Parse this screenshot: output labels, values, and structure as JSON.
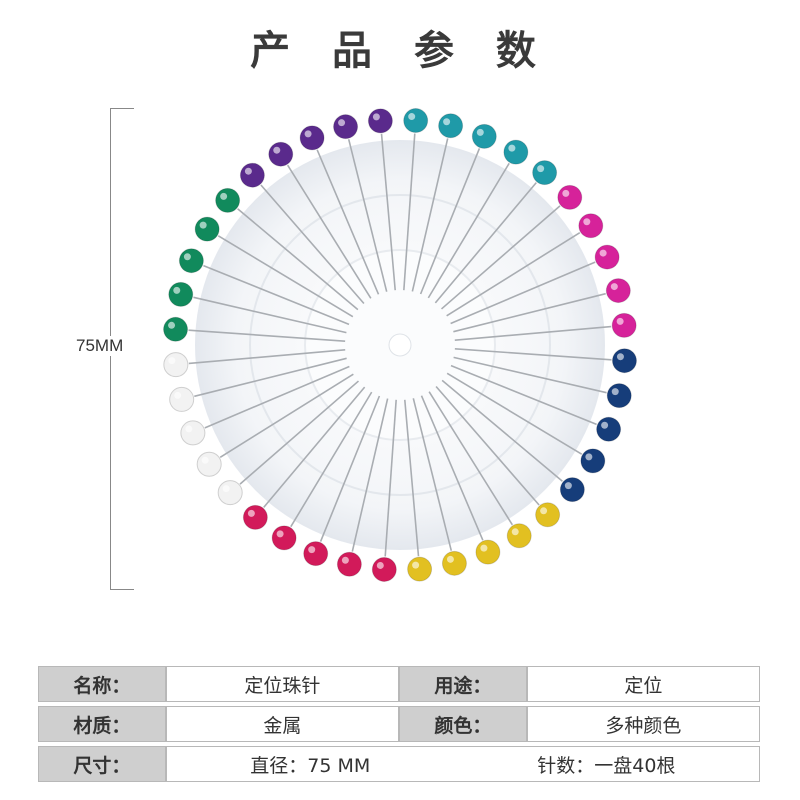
{
  "title": "产 品 参 数",
  "dimension": {
    "label": "75MM"
  },
  "product": {
    "image_description_icon": "pin-wheel-icon",
    "head_colors": [
      "#1f9aa8",
      "#1f9aa8",
      "#1f9aa8",
      "#1f9aa8",
      "#1f9aa8",
      "#d6229a",
      "#d6229a",
      "#d6229a",
      "#d6229a",
      "#d6229a",
      "#163d7a",
      "#163d7a",
      "#163d7a",
      "#163d7a",
      "#163d7a",
      "#e2c021",
      "#e2c021",
      "#e2c021",
      "#e2c021",
      "#e2c021",
      "#d21a5a",
      "#d21a5a",
      "#d21a5a",
      "#d21a5a",
      "#d21a5a",
      "#f2f2f2",
      "#f2f2f2",
      "#f2f2f2",
      "#f2f2f2",
      "#f2f2f2",
      "#118a5c",
      "#118a5c",
      "#118a5c",
      "#118a5c",
      "#118a5c",
      "#5a2a8c",
      "#5a2a8c",
      "#5a2a8c",
      "#5a2a8c",
      "#5a2a8c"
    ]
  },
  "specs": {
    "name_label": "名称：",
    "name_value": "定位珠针",
    "use_label": "用途：",
    "use_value": "定位",
    "material_label": "材质：",
    "material_value": "金属",
    "color_label": "颜色：",
    "color_value": "多种颜色",
    "size_label": "尺寸：",
    "size_value": "直径：75 MM",
    "count_value": "针数：一盘40根"
  }
}
